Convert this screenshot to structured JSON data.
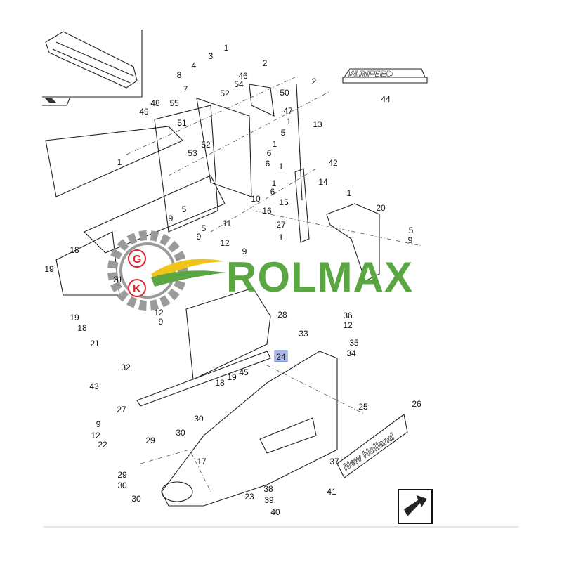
{
  "diagram": {
    "callouts": [
      "1",
      "3",
      "2",
      "4",
      "8",
      "46",
      "2",
      "7",
      "52",
      "54",
      "50",
      "55",
      "48",
      "49",
      "51",
      "47",
      "13",
      "1",
      "5",
      "1",
      "6",
      "52",
      "53",
      "1",
      "6",
      "1",
      "42",
      "14",
      "1",
      "6",
      "10",
      "15",
      "16",
      "5",
      "9",
      "5",
      "9",
      "11",
      "12",
      "9",
      "27",
      "1",
      "1",
      "20",
      "5",
      "9",
      "18",
      "19",
      "31",
      "12",
      "9",
      "19",
      "18",
      "21",
      "28",
      "36",
      "12",
      "33",
      "35",
      "34",
      "24",
      "32",
      "45",
      "19",
      "18",
      "43",
      "25",
      "26",
      "27",
      "30",
      "30",
      "9",
      "12",
      "22",
      "29",
      "17",
      "37",
      "29",
      "30",
      "41",
      "38",
      "39",
      "23",
      "30",
      "40",
      "44"
    ],
    "highlighted_callout": "24",
    "highlight_color": "#a9b8e8",
    "decal_varifeed": "VARIFEED",
    "decal_brand": "New Holland"
  },
  "watermark": {
    "text": "ROLMAX",
    "letters": [
      "G",
      "K"
    ],
    "text_color": "#5aa642",
    "gear_color": "#9a9a9a",
    "accent_color": "#d8282f"
  },
  "nav_icons": [
    "previous-view-icon",
    "next-page-icon"
  ]
}
